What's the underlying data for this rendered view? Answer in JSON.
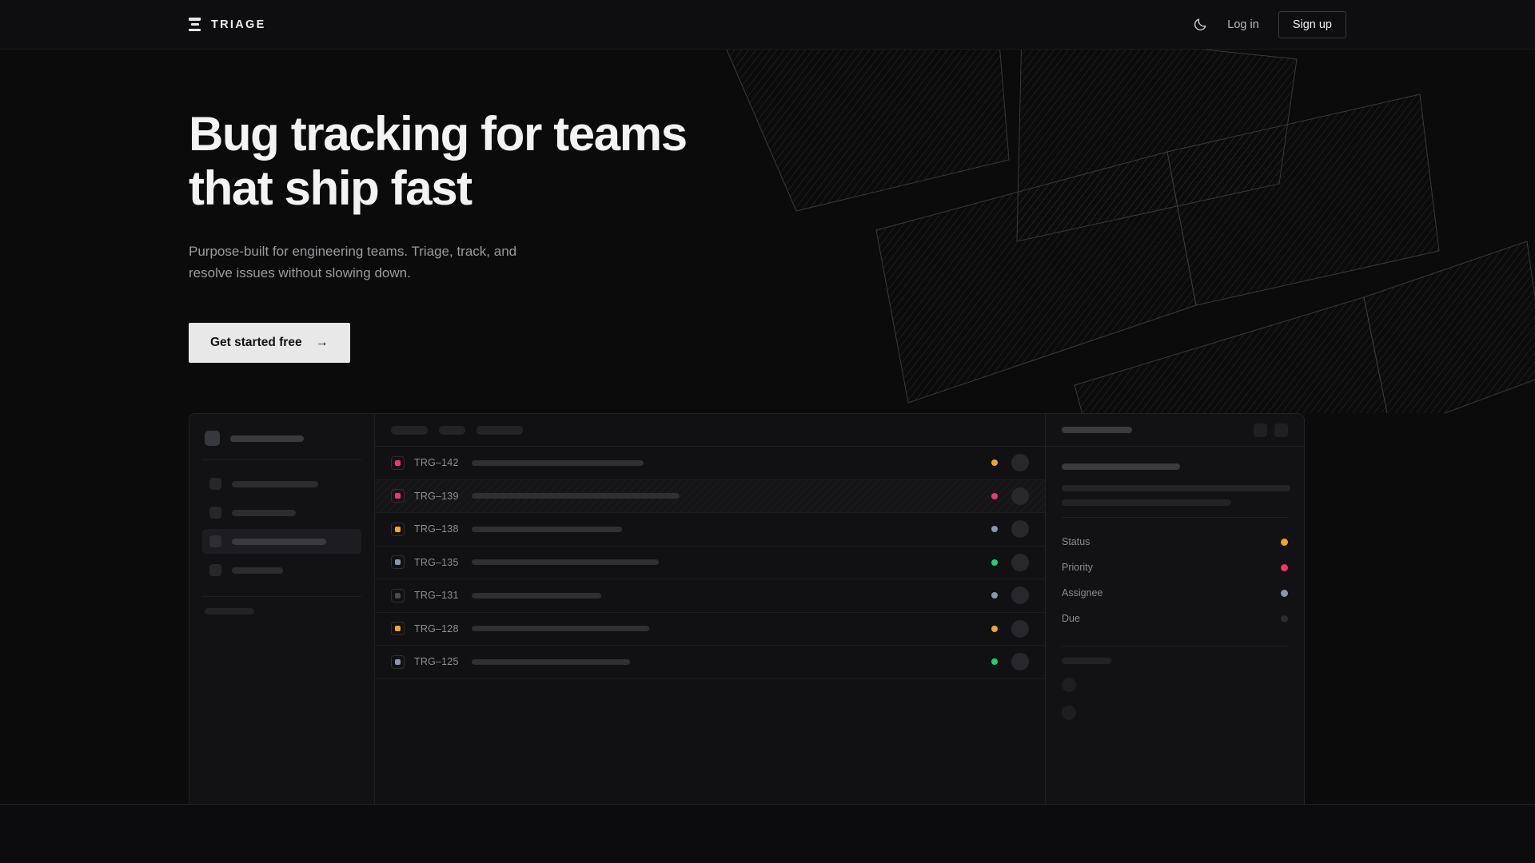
{
  "brand": {
    "name": "TRIAGE",
    "logo_icon": "stacked-bars-icon"
  },
  "nav": {
    "theme_toggle_icon": "moon-icon",
    "login_label": "Log in",
    "signup_label": "Sign up"
  },
  "hero": {
    "title": "Bug tracking for teams\nthat ship fast",
    "subtitle": "Purpose-built for engineering teams. Triage, track, and\nresolve issues without slowing down.",
    "cta_label": "Get started free",
    "cta_arrow": "→"
  },
  "colors": {
    "page_bg": "#0b0b0c",
    "nav_bg": "#0e0e10",
    "panel_bg": "#111113",
    "border": "#232327",
    "text_primary": "#f3f3f4",
    "text_muted": "#9b9ba0",
    "cta_bg": "#e8e8e8",
    "status_orange": "#f5a524",
    "status_pink": "#f3356b",
    "status_slate": "#8b96ad",
    "status_green": "#17d472",
    "status_empty": "#2b2b30",
    "priority_high": "#f3356b",
    "priority_medium": "#f5a524",
    "priority_low": "#8b96ad",
    "priority_none": "#4a4a50"
  },
  "app": {
    "sidebar": {
      "workspace_width": 92,
      "nav_items": [
        {
          "name": "nav-item-1",
          "width": 108,
          "active": false
        },
        {
          "name": "nav-item-2",
          "width": 80,
          "active": false
        },
        {
          "name": "nav-item-3",
          "width": 118,
          "active": true
        },
        {
          "name": "nav-item-4",
          "width": 64,
          "active": false
        }
      ],
      "section_label_width": 62,
      "project_count": 3
    },
    "toolbar": {
      "chips": [
        46,
        33,
        58
      ]
    },
    "issues": [
      {
        "id": "TRG–142",
        "priority": "high",
        "status": "orange",
        "title_width": 215,
        "selected": false
      },
      {
        "id": "TRG–139",
        "priority": "high",
        "status": "pink",
        "title_width": 260,
        "selected": true
      },
      {
        "id": "TRG–138",
        "priority": "medium",
        "status": "slate",
        "title_width": 188,
        "selected": false
      },
      {
        "id": "TRG–135",
        "priority": "low",
        "status": "green",
        "title_width": 234,
        "selected": false
      },
      {
        "id": "TRG–131",
        "priority": "none",
        "status": "slate",
        "title_width": 162,
        "selected": false
      },
      {
        "id": "TRG–128",
        "priority": "medium",
        "status": "orange",
        "title_width": 222,
        "selected": false
      },
      {
        "id": "TRG–125",
        "priority": "low",
        "status": "green",
        "title_width": 198,
        "selected": false
      }
    ],
    "detail": {
      "header_skeleton_width": 88,
      "header_buttons": 2,
      "title_skeleton_width": 148,
      "desc_skeleton_widths": [
        286,
        212
      ],
      "fields": [
        {
          "label": "Status",
          "dot": "orange"
        },
        {
          "label": "Priority",
          "dot": "pink"
        },
        {
          "label": "Assignee",
          "dot": "slate"
        },
        {
          "label": "Due",
          "dot": "empty"
        }
      ],
      "activity_label_width": 62,
      "comment_count": 2
    }
  }
}
